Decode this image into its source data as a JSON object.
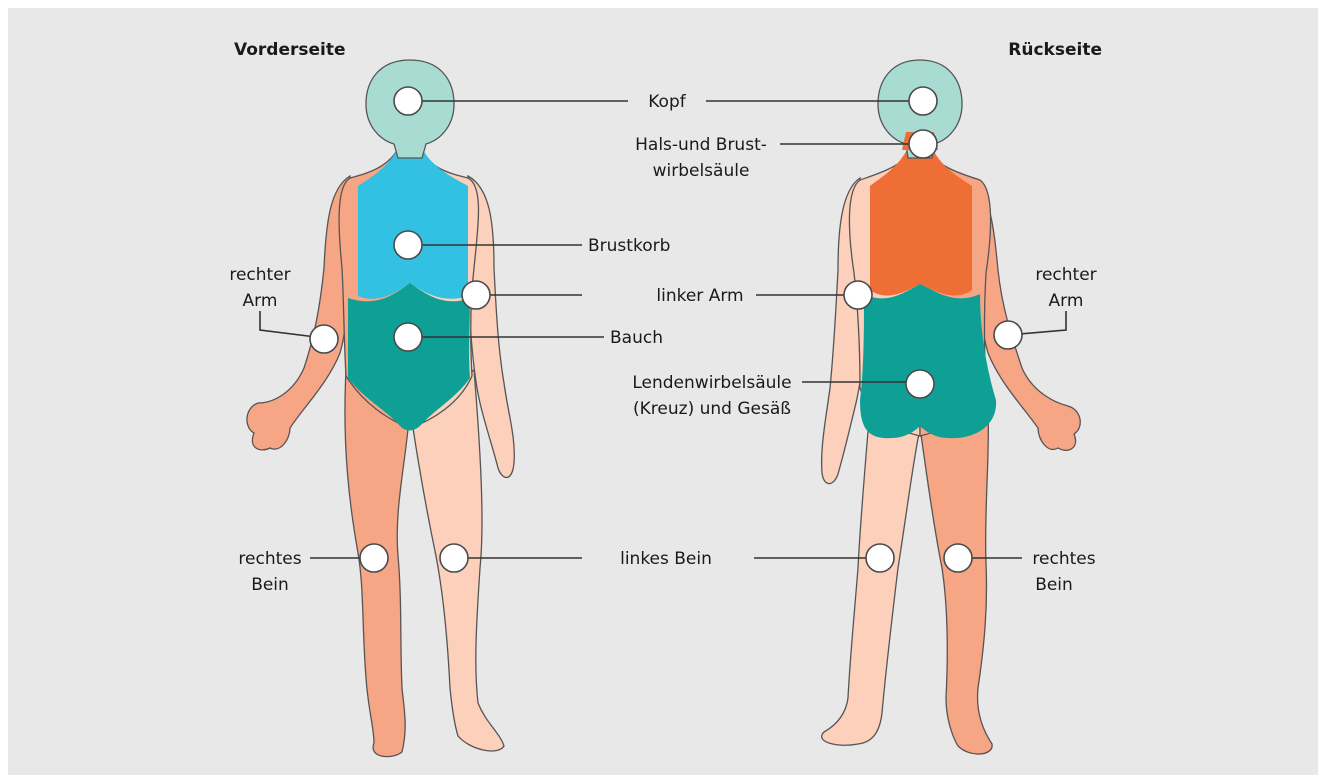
{
  "titles": {
    "front": "Vorderseite",
    "back": "Rückseite"
  },
  "labels": {
    "kopf": "Kopf",
    "hals_line1": "Hals-und Brust-",
    "hals_line2": "wirbelsäule",
    "brustkorb": "Brustkorb",
    "bauch": "Bauch",
    "linker_arm": "linker Arm",
    "lendenwirbel_line1": "Lendenwirbelsäule",
    "lendenwirbel_line2": "(Kreuz) und Gesäß",
    "linkes_bein": "linkes Bein",
    "front_rechter_arm_line1": "rechter",
    "front_rechter_arm_line2": "Arm",
    "back_rechter_arm_line1": "rechter",
    "back_rechter_arm_line2": "Arm",
    "front_rechtes_bein_line1": "rechtes",
    "front_rechtes_bein_line2": "Bein",
    "back_rechtes_bein_line1": "rechtes",
    "back_rechtes_bein_line2": "Bein"
  },
  "colors": {
    "background": "#e8e8e8",
    "head": "#a8dcd3",
    "chest_front": "#33c1e3",
    "abdomen": "#0fa095",
    "right_side_skin": "#f6a585",
    "left_side_skin": "#fcd0bb",
    "upper_back": "#ee6e35",
    "marker": "#ffffff"
  }
}
